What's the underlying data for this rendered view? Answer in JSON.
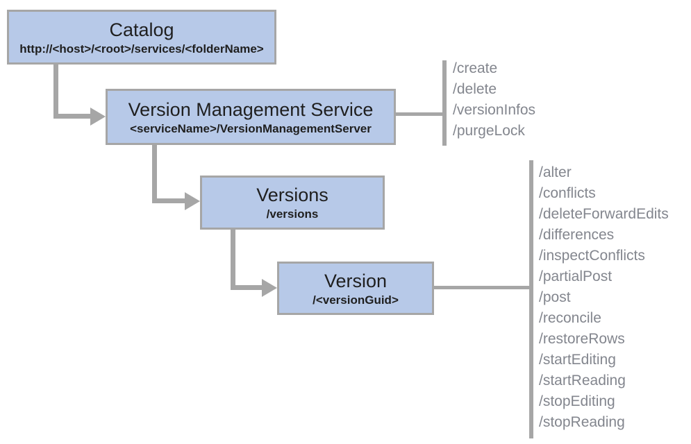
{
  "diagram": {
    "nodes": {
      "catalog": {
        "title": "Catalog",
        "subtitle": "http://<host>/<root>/services/<folderName>"
      },
      "version_management_service": {
        "title": "Version Management Service",
        "subtitle": "<serviceName>/VersionManagementServer"
      },
      "versions": {
        "title": "Versions",
        "subtitle": "/versions"
      },
      "version": {
        "title": "Version",
        "subtitle": "/<versionGuid>"
      }
    },
    "version_management_operations": [
      "/create",
      "/delete",
      "/versionInfos",
      "/purgeLock"
    ],
    "version_operations": [
      "/alter",
      "/conflicts",
      "/deleteForwardEdits",
      "/differences",
      "/inspectConflicts",
      "/partialPost",
      "/post",
      "/reconcile",
      "/restoreRows",
      "/startEditing",
      "/startReading",
      "/stopEditing",
      "/stopReading"
    ]
  },
  "colors": {
    "node_fill": "#b7c9e8",
    "node_border": "#a6a6a6",
    "connector": "#a6a6a6",
    "operation_text": "#83868e",
    "node_text": "#1f1f1f",
    "background": "#ffffff"
  }
}
